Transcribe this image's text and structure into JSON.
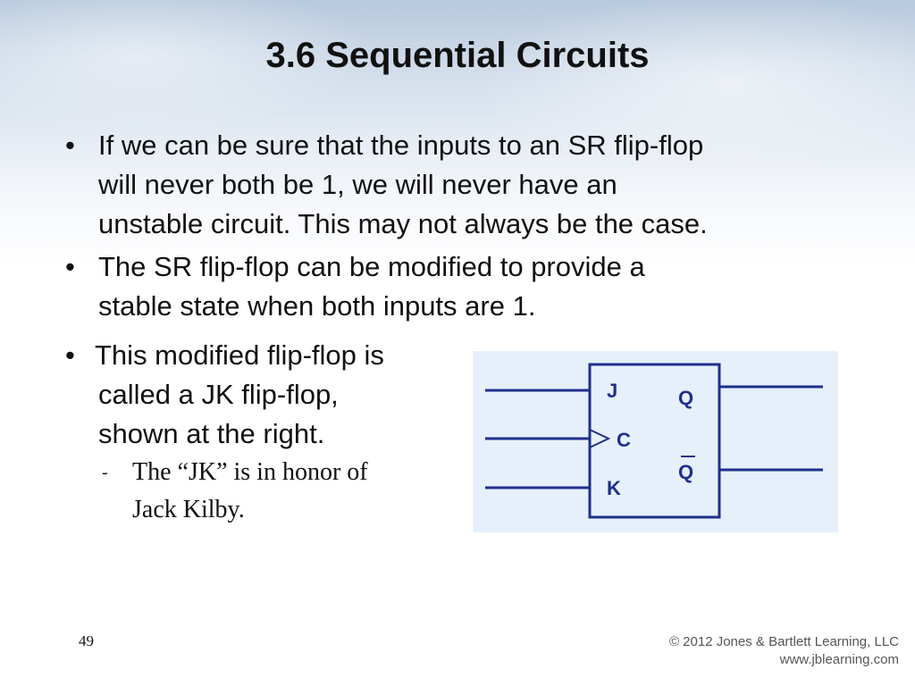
{
  "slide": {
    "title": "3.6 Sequential Circuits",
    "bullets": [
      {
        "marker": "•",
        "lines": [
          "If we can be sure that the inputs to an SR flip-flop",
          "will never both be 1, we will never have an",
          "unstable circuit. This may not always be the case."
        ]
      },
      {
        "marker": "•",
        "lines": [
          "The SR flip-flop can be modified to provide a",
          "stable state when both inputs are 1."
        ]
      },
      {
        "marker": "•",
        "lines": [
          "This modified flip-flop is",
          "called a JK flip-flop,",
          "shown at the right."
        ]
      }
    ],
    "sub_bullet": {
      "marker": "-",
      "lines": [
        "The “JK” is in honor of",
        "Jack Kilby."
      ]
    },
    "diagram": {
      "inputs": {
        "j": "J",
        "c": "C",
        "k": "K"
      },
      "outputs": {
        "q": "Q",
        "q_bar": "Q"
      },
      "colors": {
        "line": "#1f2f8c",
        "background": "#e6f0fa"
      }
    },
    "page_number": "49",
    "copyright": {
      "line1": "© 2012 Jones & Bartlett Learning, LLC",
      "line2": "www.jblearning.com"
    }
  }
}
